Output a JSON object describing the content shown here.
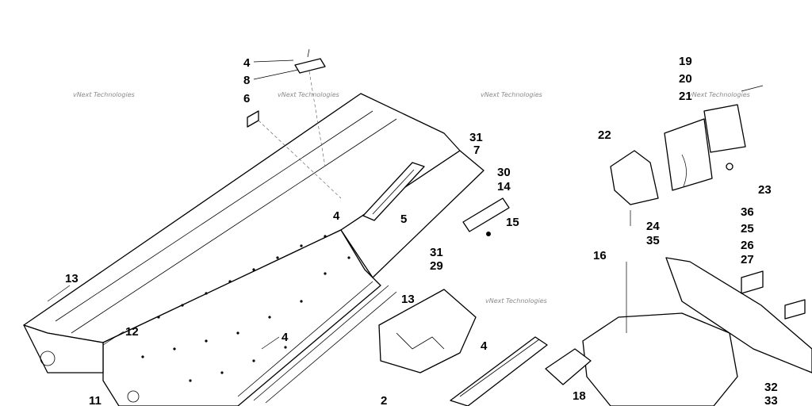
{
  "diagram": {
    "watermark_text": "vNext Technologies",
    "callouts": [
      "4",
      "8",
      "6",
      "13",
      "12",
      "11",
      "4",
      "4",
      "5",
      "31",
      "7",
      "30",
      "14",
      "15",
      "31",
      "29",
      "13",
      "2",
      "4",
      "19",
      "20",
      "21",
      "22",
      "23",
      "24",
      "36",
      "25",
      "35",
      "26",
      "27",
      "16",
      "18",
      "32",
      "33"
    ]
  }
}
